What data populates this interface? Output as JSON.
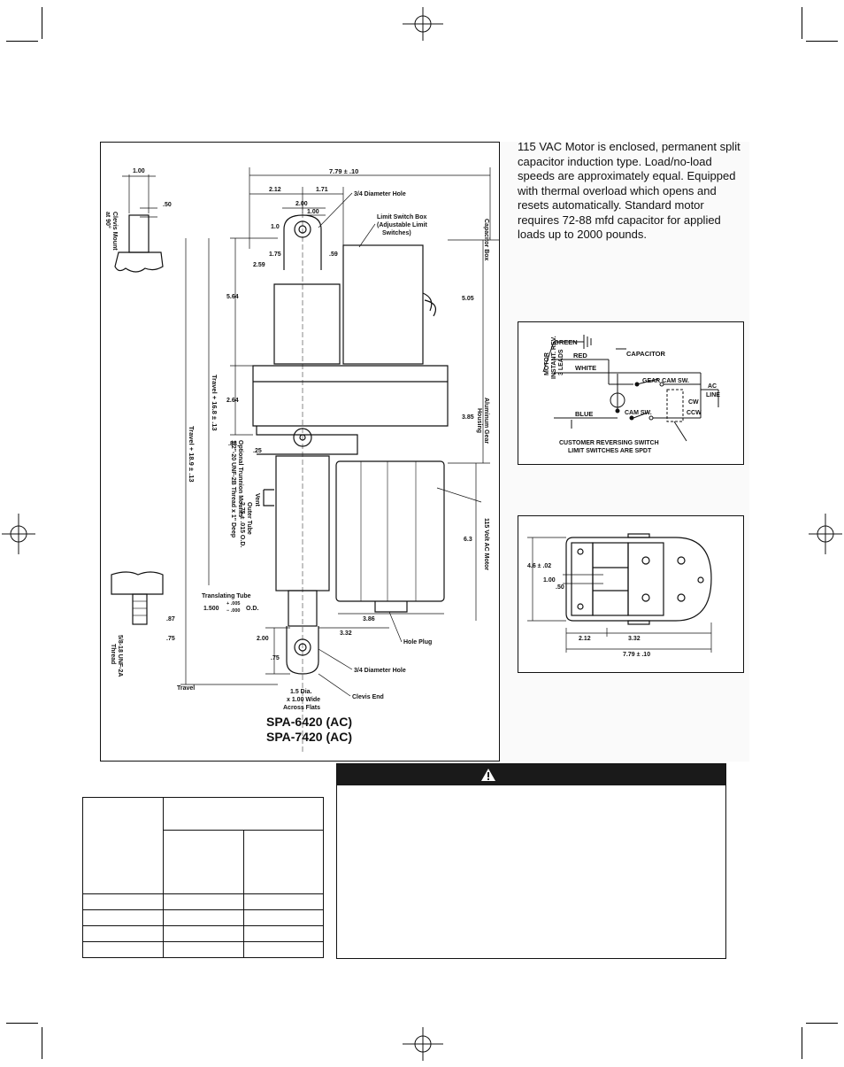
{
  "description": {
    "text": "115 VAC Motor is enclosed, permanent split capacitor induction type.  Load/no-load speeds are approximately equal.  Equipped with thermal overload which opens and resets automatically.  Standard motor requires 72-88 mfd capacitor for applied loads up to 2000 pounds."
  },
  "drawing": {
    "model_line_1": "SPA-6420 (AC)",
    "model_line_2": "SPA-7420 (AC)",
    "dims": {
      "top_width": "7.79 ± .10",
      "clevis_1_00": "1.00",
      "clevis_050": ".50",
      "clevis_mount": "Clevis Mount",
      "clevis_mount_2": "at 90°",
      "d212": "2.12",
      "d171": "1.71",
      "d200_top": "2.00",
      "d100_top": "1.00",
      "d10": "1.0",
      "d175": "1.75",
      "d259": "2.59",
      "d059": ".59",
      "hole_top": "3/4 Diameter Hole",
      "lsb1": "Limit Switch Box",
      "lsb2": "(Adjustable Limit",
      "lsb3": "Switches)",
      "cap_box": "Capacitor Box",
      "d564": "5.64",
      "d505": "5.05",
      "d264": "2.64",
      "d385": "3.85",
      "d088": ".88",
      "d025": ".25",
      "gear1": "Aluminum Gear",
      "gear2": "Housing",
      "travel_168": "Travel + 16.8 ± .13",
      "travel_189": "Travel + 18.9 ± .13",
      "trunnion1": "Optional Trunnion Mounts",
      "trunnion2": "1/2\"-20 UNF-2B Thread x 1\" Deep",
      "vent": "Vent",
      "outer1": "Outer Tube",
      "outer2": "2.75 ± .015 O.D.",
      "motor_label": "115 Volt AC Motor",
      "d63": "6.3",
      "thread1": "5/8-18 UNF-2A",
      "thread2": "Thread",
      "d087": ".87",
      "d075a": ".75",
      "trans_tube": "Translating Tube",
      "trans_dim": "1.500",
      "trans_tol_p": "+ .005",
      "trans_tol_m": "− .000",
      "trans_od": "O.D.",
      "d386": "3.86",
      "d332": "3.32",
      "hole_plug": "Hole Plug",
      "d200_bot": "2.00",
      "d075b": ".75",
      "hole_bot": "3/4 Diameter Hole",
      "travel": "Travel",
      "clevis_dia": "1.5 Dia.",
      "clevis_wide": "x 1.00 Wide",
      "clevis_flats": "Across Flats",
      "clevis_end": "Clevis End"
    }
  },
  "wiring": {
    "green": "GREEN",
    "red": "RED",
    "white": "WHITE",
    "capacitor": "CAPACITOR",
    "gear_cam": "GEAR CAM SW.",
    "ac": "AC",
    "line": "LINE",
    "motor1": "MOTOR",
    "motor2": "INSTANT. REV.",
    "motor3": "3 LEADS",
    "blue": "BLUE",
    "cam_sw": "CAM SW.",
    "cw": "CW",
    "ccw": "CCW",
    "customer1": "CUSTOMER REVERSING SWITCH",
    "customer2": "LIMIT SWITCHES ARE SPDT"
  },
  "bottom_view": {
    "d46": "4.6 ± .02",
    "d100": "1.00",
    "d050": ".50",
    "d212": "2.12",
    "d332": "3.32",
    "d779": "7.79 ± .10"
  }
}
